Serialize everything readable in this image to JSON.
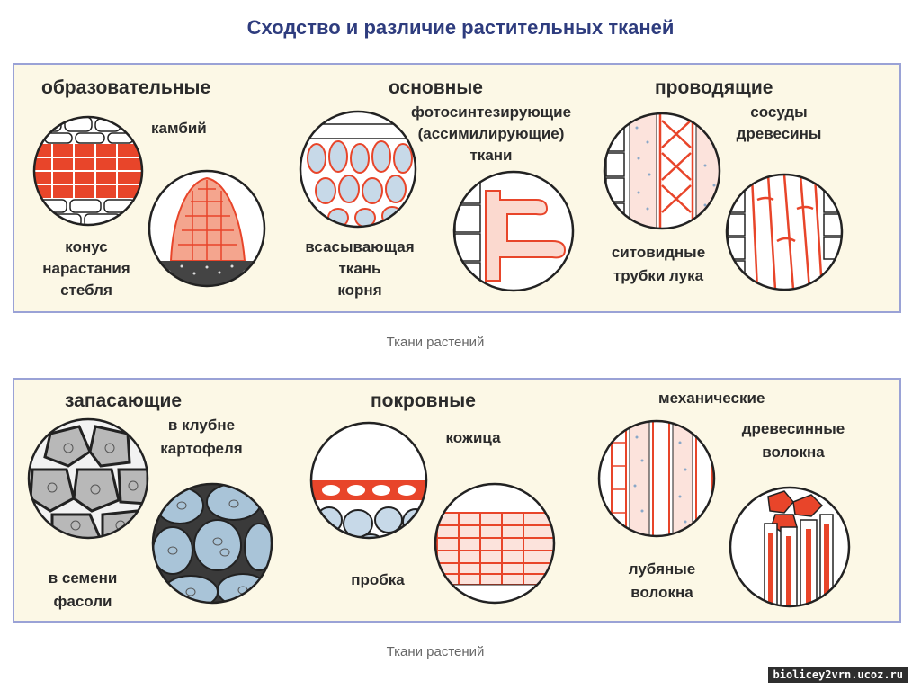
{
  "title": "Сходство и различие растительных тканей",
  "panel1": {
    "headings": [
      "образовательные",
      "основные",
      "проводящие"
    ],
    "labels": {
      "cambium": "камбий",
      "cone1": "конус",
      "cone2": "нарастания",
      "cone3": "стебля",
      "photo1": "фотосинтезирующие",
      "photo2": "(ассимилирующие)",
      "photo3": "ткани",
      "abs1": "всасывающая",
      "abs2": "ткань",
      "abs3": "корня",
      "ves1": "сосуды",
      "ves2": "древесины",
      "sieve1": "ситовидные",
      "sieve2": "трубки лука"
    }
  },
  "caption1": "Ткани растений",
  "panel2": {
    "headings": [
      "запасающие",
      "покровные",
      "механические"
    ],
    "labels": {
      "tuber1": "в клубне",
      "tuber2": "картофеля",
      "seed1": "в семени",
      "seed2": "фасоли",
      "skin": "кожица",
      "cork": "пробка",
      "wood1": "древесинные",
      "wood2": "волокна",
      "bast1": "лубяные",
      "bast2": "волокна"
    }
  },
  "caption2": "Ткани растений",
  "watermark": "biolicey2vrn.ucoz.ru",
  "colors": {
    "title": "#2e3c7e",
    "panel_bg": "#fcf8e6",
    "panel_border": "#9aa2d6",
    "tissue_red": "#e8452a",
    "cell_blue": "#a9c4d8"
  }
}
